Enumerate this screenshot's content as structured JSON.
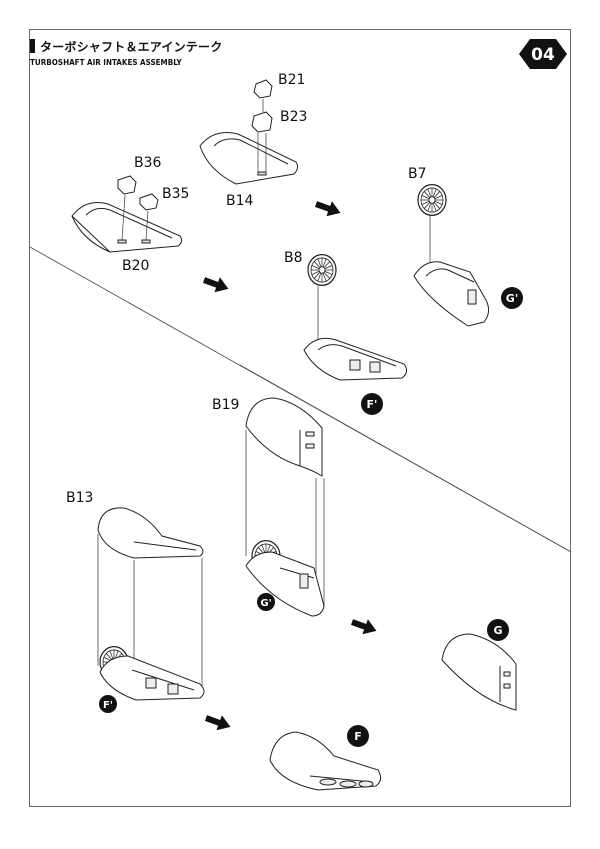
{
  "header": {
    "title_jp": "ターボシャフト＆エアインテーク",
    "title_en": "TURBOSHAFT AIR INTAKES ASSEMBLY",
    "step_number": "04"
  },
  "parts": {
    "b21": "B21",
    "b23": "B23",
    "b14": "B14",
    "b36": "B36",
    "b35": "B35",
    "b20": "B20",
    "b7": "B7",
    "b8": "B8",
    "b19": "B19",
    "b13": "B13"
  },
  "refs": {
    "g_prime_top": "G'",
    "f_prime_mid": "F'",
    "g_prime_low": "G'",
    "f_prime_low": "F'",
    "g_result": "G",
    "f_result": "F"
  }
}
